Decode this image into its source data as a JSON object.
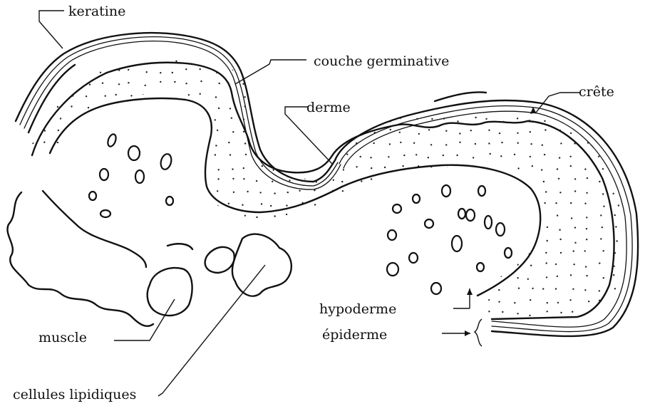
{
  "labels": {
    "keratine": "keratine",
    "couche_germinative": "couche germinative",
    "derme": "derme",
    "crete": "crête",
    "hypoderme": "hypoderme",
    "epiderme": "épiderme",
    "muscle": "muscle",
    "cellules_lipidiques": "cellules lipidiques"
  }
}
